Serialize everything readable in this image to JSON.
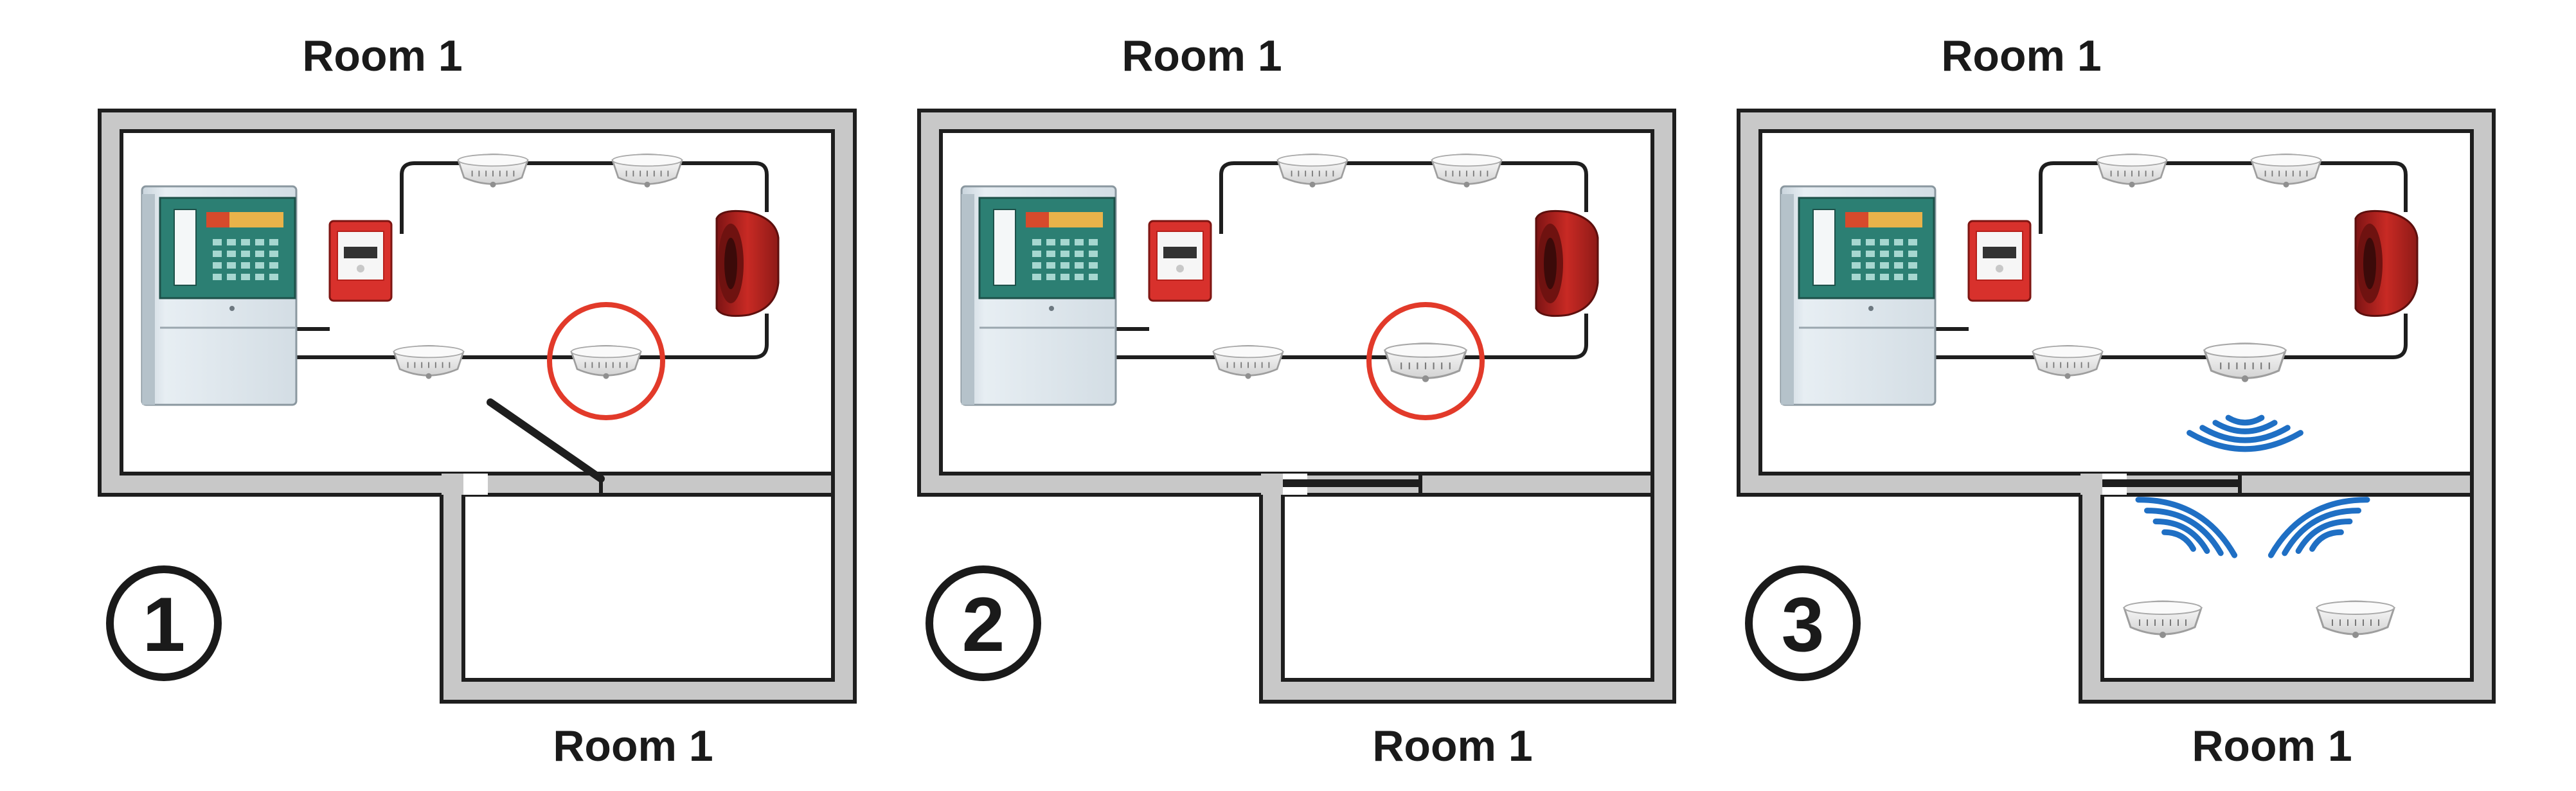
{
  "panels": [
    {
      "step": "1",
      "top_label": "Room 1",
      "bottom_label": "Room 1",
      "door": "open",
      "highlighted_detector": "loop-detector-2",
      "wireless_signals": false
    },
    {
      "step": "2",
      "top_label": "Room 1",
      "bottom_label": "Room 1",
      "door": "closed",
      "highlighted_detector": "loop-detector-2",
      "wireless_signals": false
    },
    {
      "step": "3",
      "top_label": "Room 1",
      "bottom_label": "Room 1",
      "door": "closed",
      "highlighted_detector": "",
      "wireless_signals": true
    }
  ],
  "colors": {
    "wall_fill": "#c8c8c8",
    "wall_stroke": "#1e1e1e",
    "loop_wire": "#1e1e1e",
    "highlight_ring": "#e23a2a",
    "signal_waves": "#1f6fc4",
    "panel_body": "#dde6ec",
    "panel_display": "#2c7f73",
    "call_point": "#d8312c",
    "sounder": "#b3221f",
    "detector": "#f1f1f1"
  },
  "icons": [
    "fire-alarm-panel-icon",
    "manual-call-point-icon",
    "smoke-detector-icon",
    "sounder-icon",
    "wireless-signal-icon"
  ]
}
